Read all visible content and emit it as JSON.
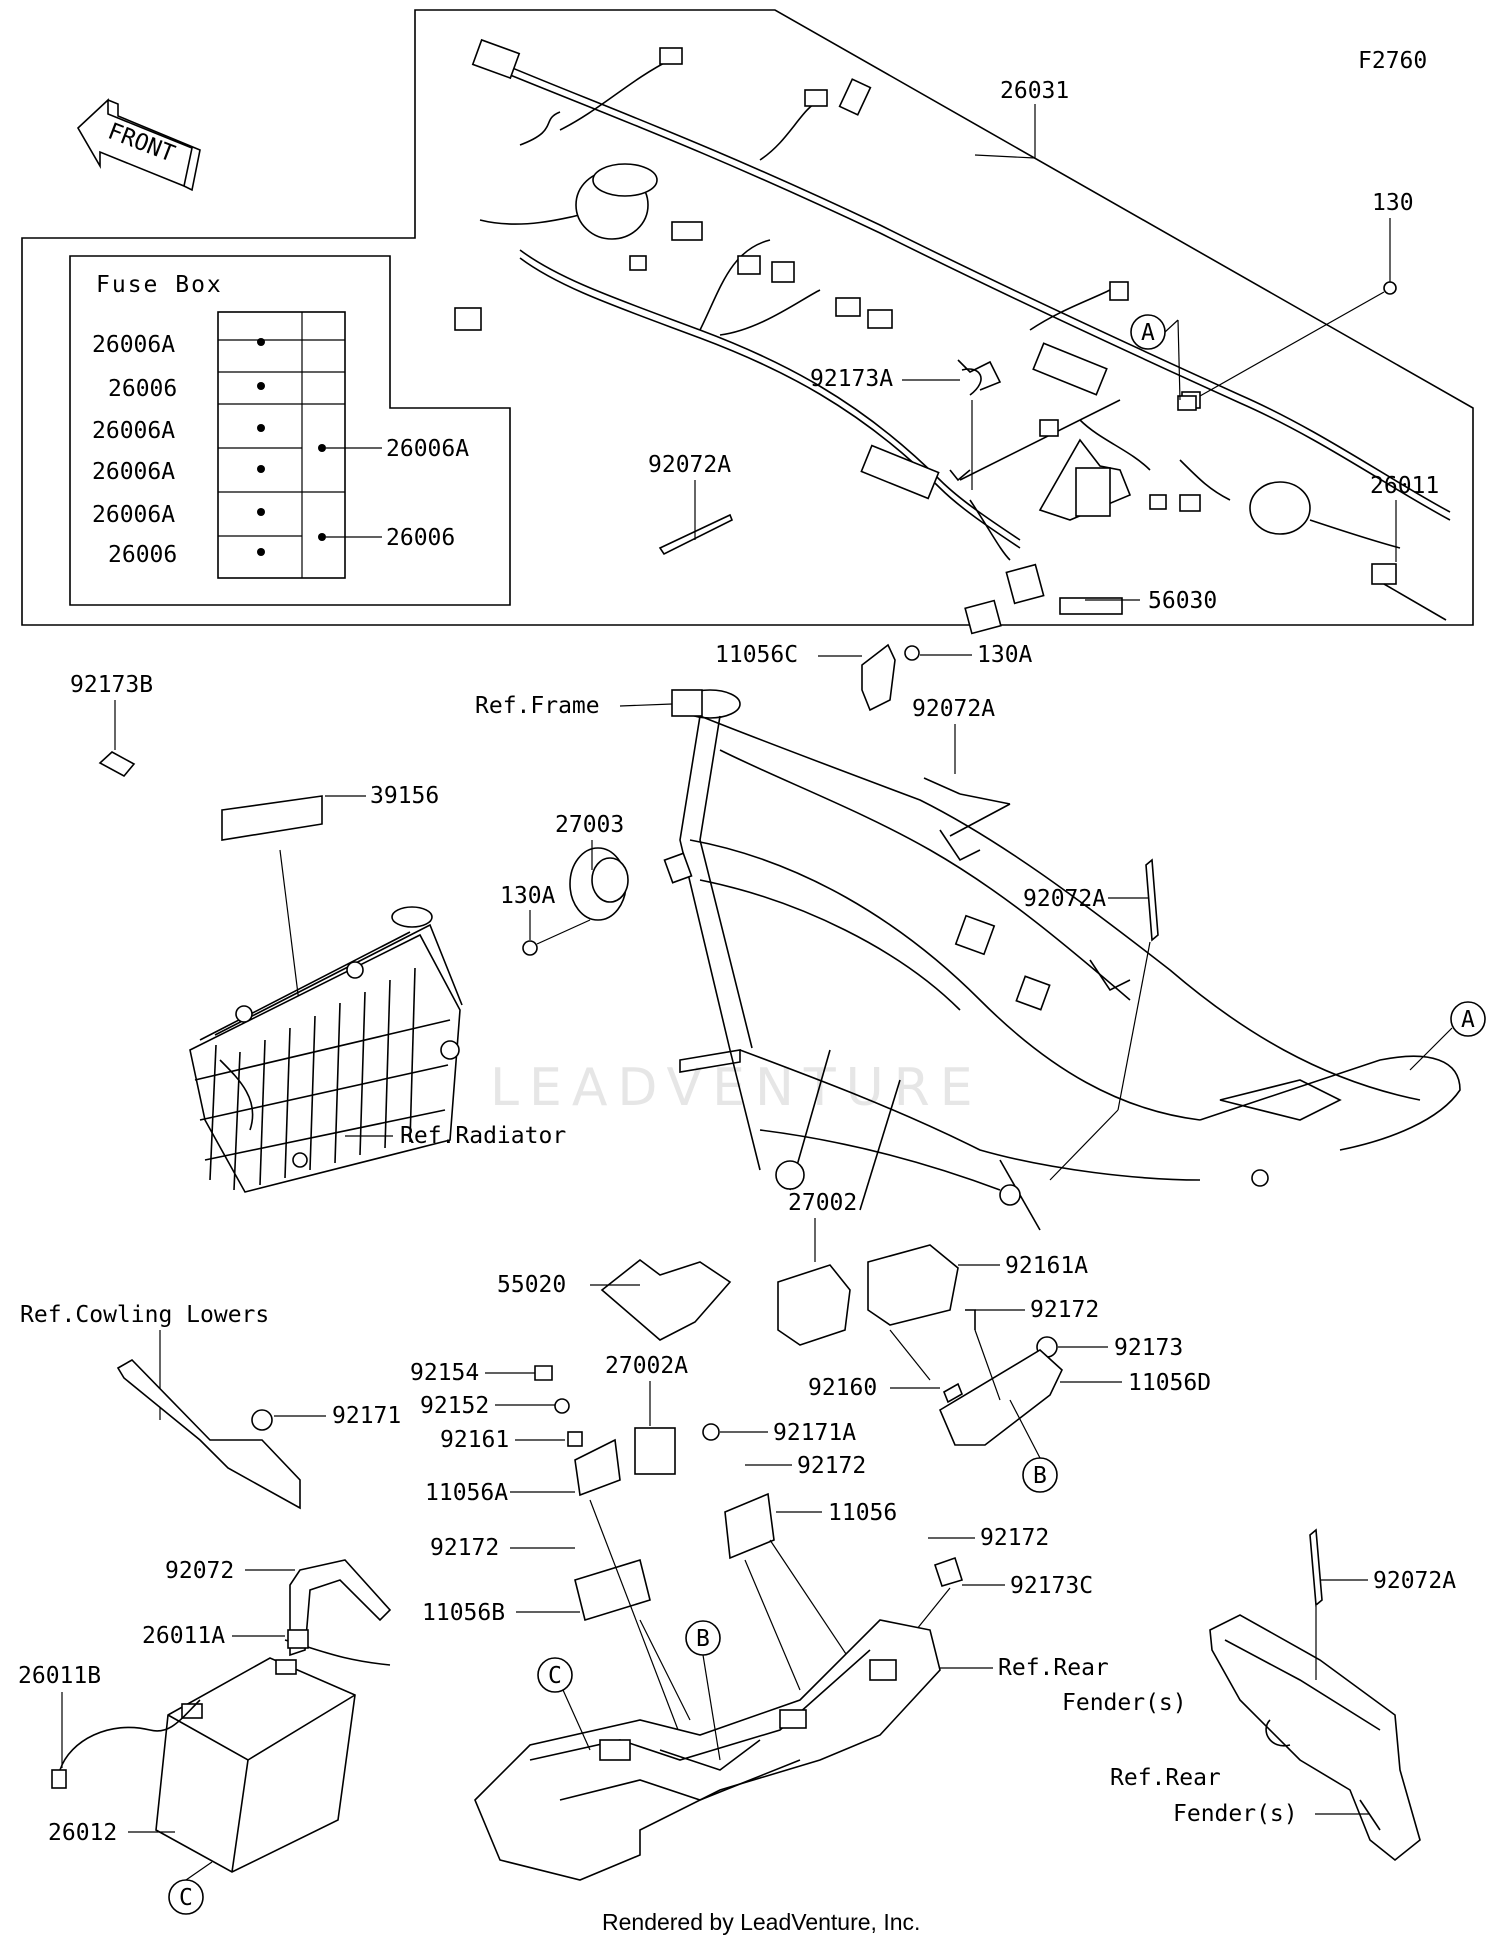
{
  "figure_code": "F2760",
  "front_label": "FRONT",
  "fuse_box": {
    "title": "Fuse Box",
    "left_labels": [
      "26006A",
      "26006",
      "26006A",
      "26006A",
      "26006A",
      "26006"
    ],
    "right_labels": [
      "26006A",
      "26006"
    ]
  },
  "harness_labels": {
    "p26031": "26031",
    "p130": "130",
    "p92173A": "92173A",
    "p92072A_top": "92072A",
    "p26011": "26011",
    "p56030": "56030"
  },
  "callouts": {
    "p92173B": "92173B",
    "p39156": "39156",
    "ref_radiator": "Ref.Radiator",
    "ref_frame": "Ref.Frame",
    "p11056C": "11056C",
    "p130A_top": "130A",
    "p92072A_mid": "92072A",
    "p27003": "27003",
    "p130A_left": "130A",
    "p92072A_right": "92072A",
    "p27002": "27002",
    "p92161A": "92161A",
    "p55020": "55020",
    "p92172_a": "92172",
    "p92173": "92173",
    "p92160": "92160",
    "p11056D": "11056D",
    "ref_cowling": "Ref.Cowling Lowers",
    "p92171": "92171",
    "p92154": "92154",
    "p92152": "92152",
    "p27002A": "27002A",
    "p92161": "92161",
    "p92171A": "92171A",
    "p92172_b": "92172",
    "p11056A": "11056A",
    "p11056": "11056",
    "p92172_c": "92172",
    "p11056B": "11056B",
    "p92172_d": "92172",
    "p92173C": "92173C",
    "p92072": "92072",
    "p26011A": "26011A",
    "p26011B": "26011B",
    "p26012": "26012",
    "ref_rear_fender_1a": "Ref.Rear",
    "ref_rear_fender_1b": "Fender(s)",
    "p92072A_br": "92072A",
    "ref_rear_fender_2a": "Ref.Rear",
    "ref_rear_fender_2b": "Fender(s)"
  },
  "markers": {
    "A_top": "A",
    "A_right": "A",
    "B_right": "B",
    "B_mid": "B",
    "C_left": "C",
    "C_bottom": "C"
  },
  "watermark": "LEADVENTURE",
  "footer": "Rendered by LeadVenture, Inc."
}
